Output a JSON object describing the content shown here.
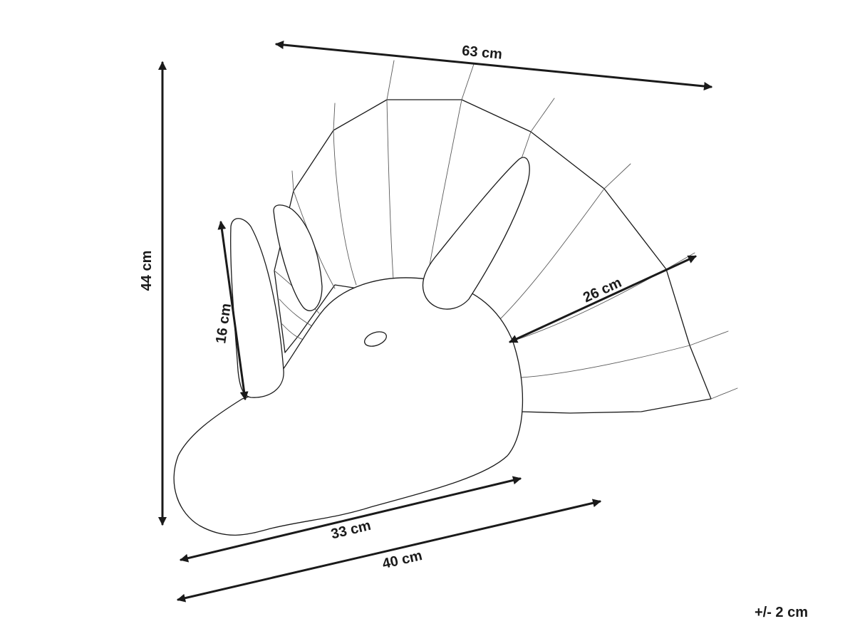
{
  "dimensions": {
    "width_top": "63 cm",
    "height": "44 cm",
    "horn": "16 cm",
    "frill": "26 cm",
    "head_length": "33 cm",
    "base_length": "40 cm"
  },
  "tolerance": "+/- 2 cm",
  "colors": {
    "line": "#1a1a1a",
    "thin_line": "#5a5a5a",
    "background": "#ffffff"
  }
}
